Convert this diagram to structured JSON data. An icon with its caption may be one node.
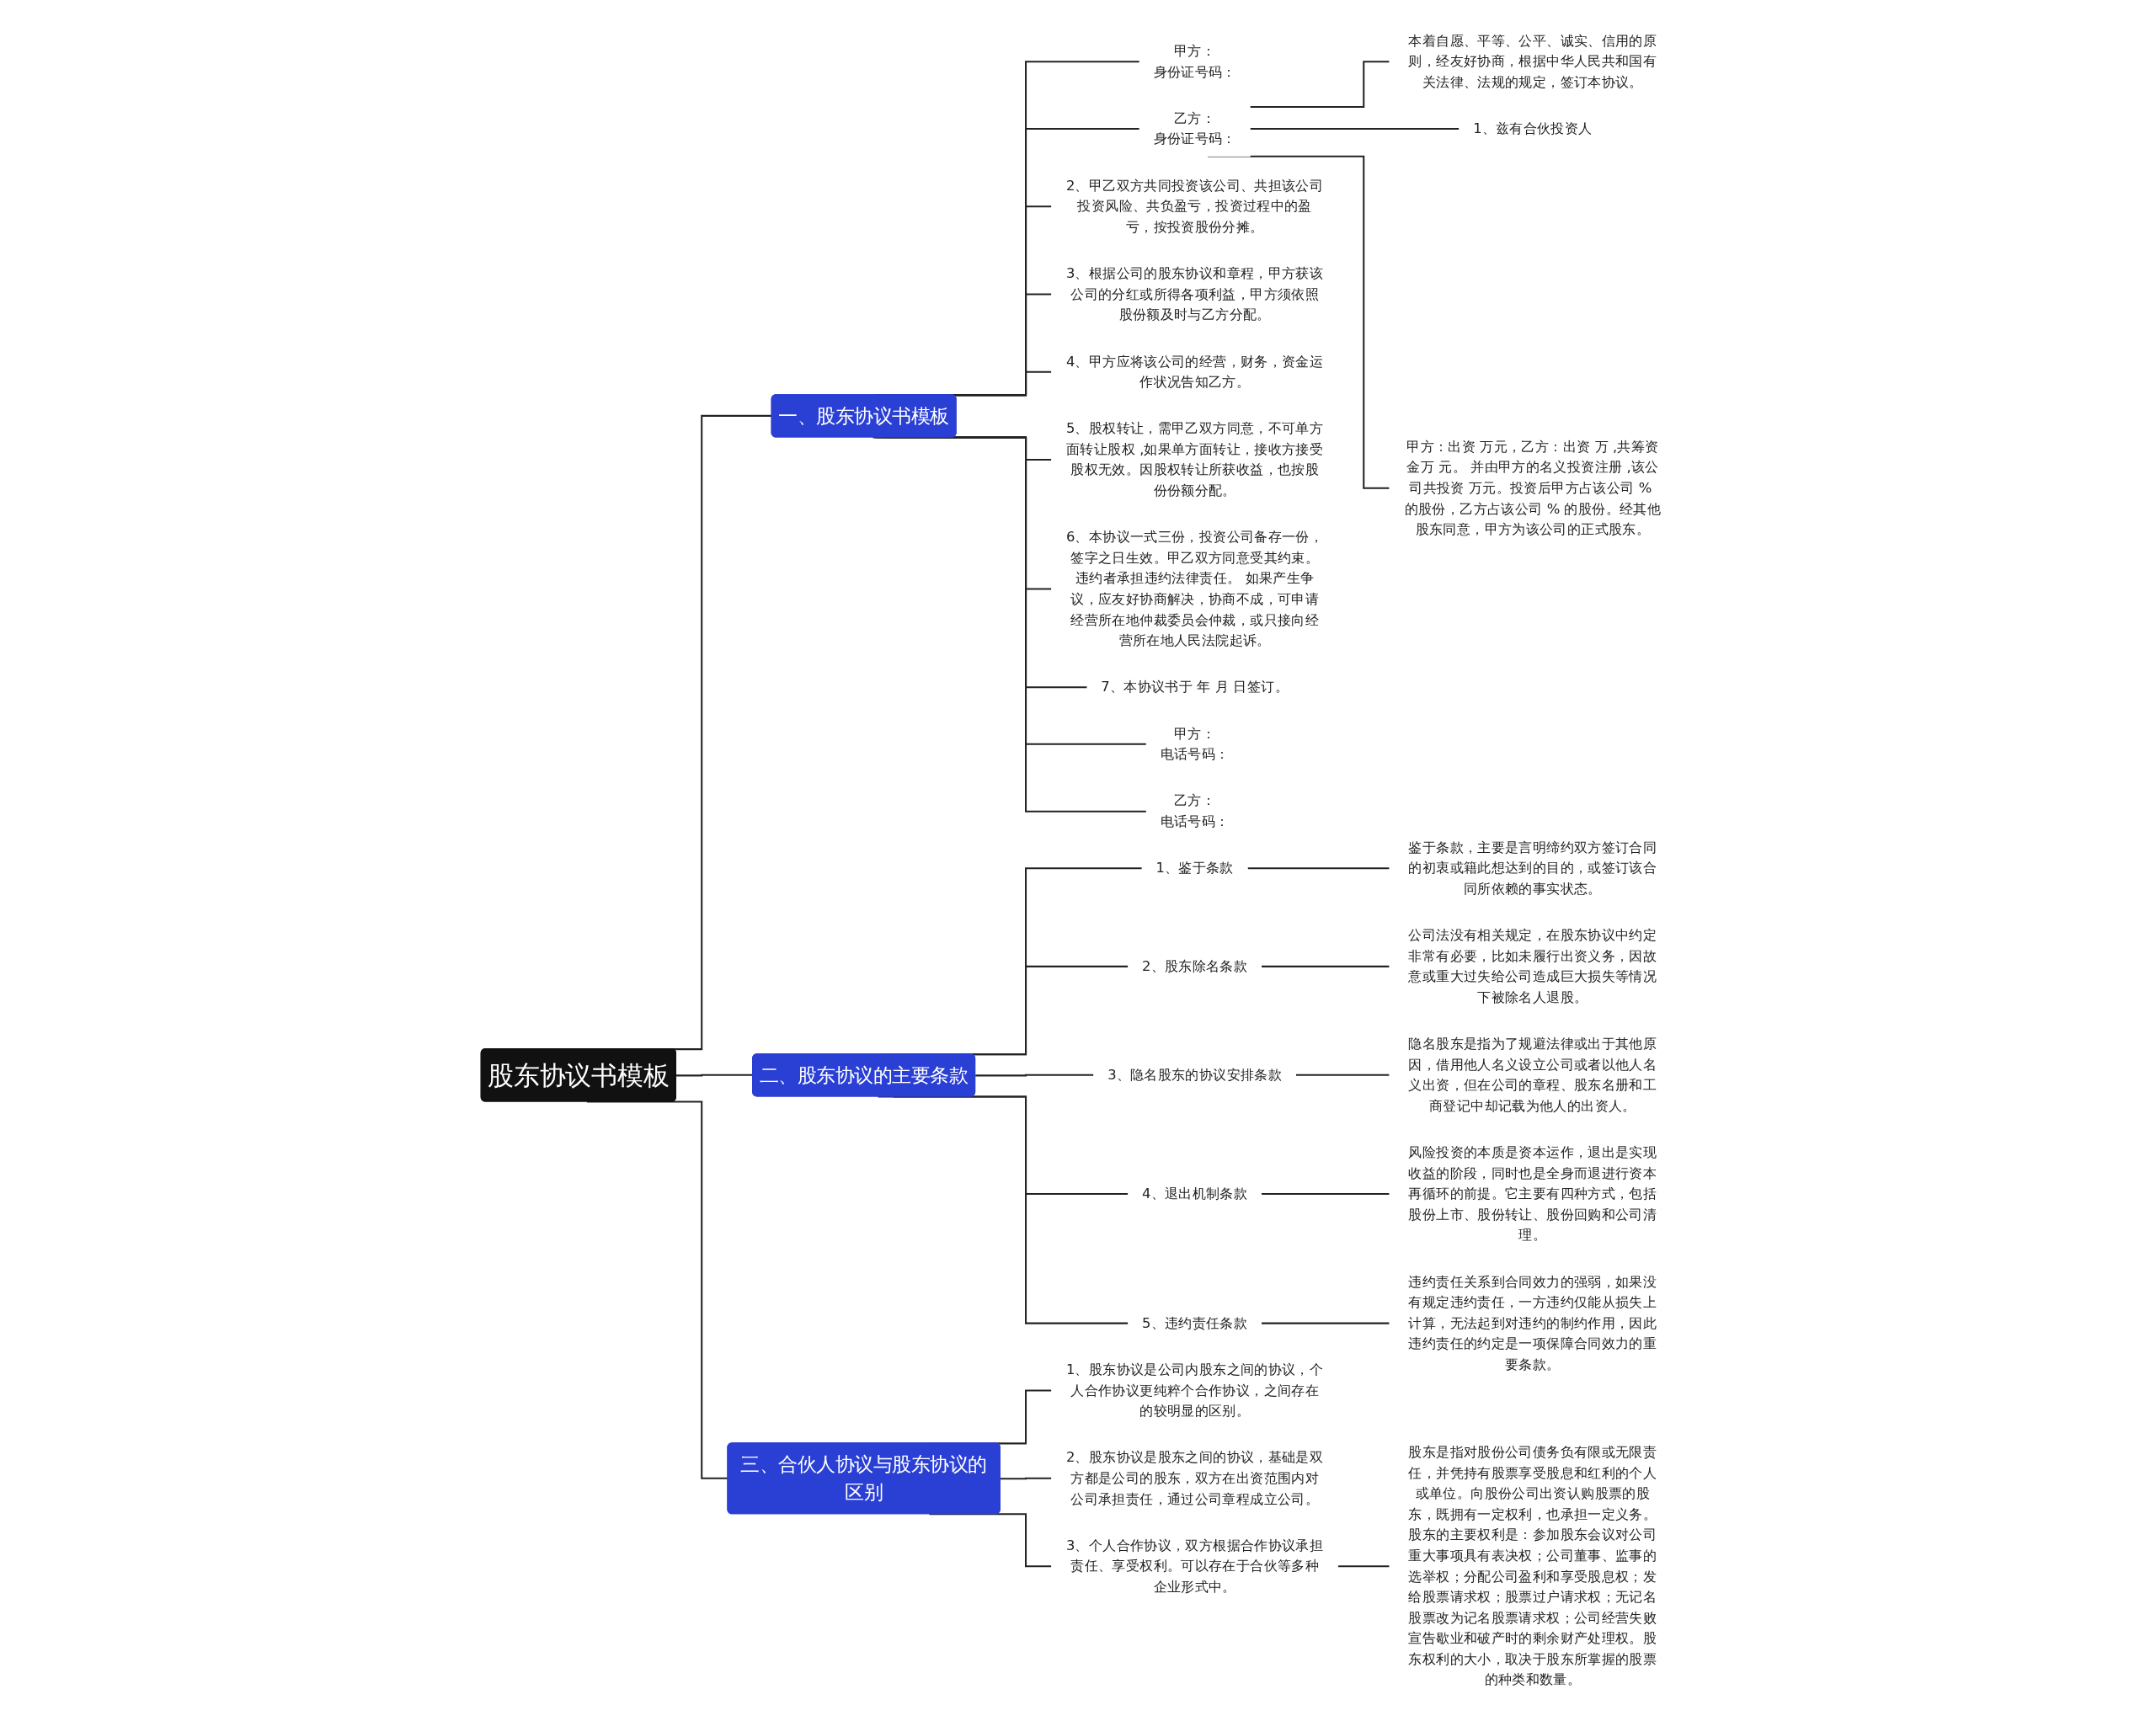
{
  "diagram": {
    "nodes": [
      {
        "text": [
          "股东协议书模板"
        ]
      },
      {
        "text": [
          "一、股东协议书模板"
        ]
      },
      {
        "text": [
          "甲方：",
          "身份证号码："
        ]
      },
      {
        "text": [
          "乙方：",
          "身份证号码："
        ]
      },
      {
        "text": [
          "本着自愿、平等、公平、诚实、信用的原则，经友好协商，根据中华人民共和国有关法律、法规的规定，签订本协议。"
        ]
      },
      {
        "text": [
          "1、兹有合伙投资人"
        ]
      },
      {
        "text": [
          "甲方：出资 万元，乙方：出资 万 ,共筹资金万 元。 并由甲方的名义投资注册 ,该公司共投资 万元。投资后甲方占该公司 % 的股份，乙方占该公司 % 的股份。经其他股东同意，甲方为该公司的正式股东。"
        ]
      },
      {
        "text": [
          "2、甲乙双方共同投资该公司、共担该公司投资风险、共负盈亏，投资过程中的盈亏，按投资股份分摊。"
        ]
      },
      {
        "text": [
          "3、根据公司的股东协议和章程，甲方获该公司的分红或所得各项利益，甲方须依照股份额及时与乙方分配。"
        ]
      },
      {
        "text": [
          "4、甲方应将该公司的经营，财务，资金运作状况告知乙方。"
        ]
      },
      {
        "text": [
          "5、股权转让，需甲乙双方同意，不可单方面转让股权 ,如果单方面转让，接收方接受股权无效。因股权转让所获收益，也按股份份额分配。"
        ]
      },
      {
        "text": [
          "6、本协议一式三份，投资公司备存一份，签字之日生效。甲乙双方同意受其约束。违约者承担违约法律责任。 如果产生争议，应友好协商解决，协商不成，可申请经营所在地仲裁委员会仲裁，或只接向经营所在地人民法院起诉。"
        ]
      },
      {
        "text": [
          "7、本协议书于 年 月 日签订。"
        ]
      },
      {
        "text": [
          "甲方：",
          "电话号码："
        ]
      },
      {
        "text": [
          "乙方：",
          "电话号码："
        ]
      },
      {
        "text": [
          "二、股东协议的主要条款"
        ]
      },
      {
        "text": [
          "1、鉴于条款"
        ]
      },
      {
        "text": [
          "鉴于条款，主要是言明缔约双方签订合同的初衷或籍此想达到的目的，或签订该合同所依赖的事实状态。"
        ]
      },
      {
        "text": [
          "2、股东除名条款"
        ]
      },
      {
        "text": [
          "公司法没有相关规定，在股东协议中约定非常有必要，比如未履行出资义务，因故意或重大过失给公司造成巨大损失等情况下被除名人退股。"
        ]
      },
      {
        "text": [
          "3、隐名股东的协议安排条款"
        ]
      },
      {
        "text": [
          "隐名股东是指为了规避法律或出于其他原因，借用他人名义设立公司或者以他人名义出资，但在公司的章程、股东名册和工商登记中却记载为他人的出资人。"
        ]
      },
      {
        "text": [
          "4、退出机制条款"
        ]
      },
      {
        "text": [
          "风险投资的本质是资本运作，退出是实现收益的阶段，同时也是全身而退进行资本再循环的前提。它主要有四种方式，包括股份上市、股份转让、股份回购和公司清理。"
        ]
      },
      {
        "text": [
          "5、违约责任条款"
        ]
      },
      {
        "text": [
          "违约责任关系到合同效力的强弱，如果没有规定违约责任，一方违约仅能从损失上计算，无法起到对违约的制约作用，因此违约责任的约定是一项保障合同效力的重要条款。"
        ]
      },
      {
        "text": [
          "三、合伙人协议与股东协议的区别"
        ]
      },
      {
        "text": [
          "1、股东协议是公司内股东之间的协议，个人合作协议更纯粹个合作协议，之间存在的较明显的区别。"
        ]
      },
      {
        "text": [
          "2、股东协议是股东之间的协议，基础是双方都是公司的股东，双方在出资范围内对公司承担责任，通过公司章程成立公司。"
        ]
      },
      {
        "text": [
          "3、个人合作协议，双方根据合作协议承担责任、享受权利。可以存在于合伙等多种企业形式中。"
        ]
      },
      {
        "text": [
          "股东是指对股份公司债务负有限或无限责任，并凭持有股票享受股息和红利的个人或单位。向股份公司出资认购股票的股东，既拥有一定权利，也承担一定义务。股东的主要权利是：参加股东会议对公司重大事项具有表决权；公司董事、监事的选举权；分配公司盈利和享受股息权；发给股票请求权；股票过户请求权；无记名股票改为记名股票请求权；公司经营失败宣告歇业和破产时的剩余财产处理权。股东权利的大小，取决于股东所掌握的股票的种类和数量。"
        ]
      }
    ],
    "edges": [
      {
        "from": 0,
        "to": 1,
        "arrow": "none"
      },
      {
        "from": 1,
        "to": 2,
        "arrow": "none"
      },
      {
        "from": 1,
        "to": 3,
        "arrow": "none"
      },
      {
        "from": 3,
        "to": 4,
        "arrow": "none"
      },
      {
        "from": 3,
        "to": 5,
        "arrow": "none"
      },
      {
        "from": 3,
        "to": 6,
        "arrow": "none"
      },
      {
        "from": 1,
        "to": 7,
        "arrow": "none"
      },
      {
        "from": 1,
        "to": 8,
        "arrow": "none"
      },
      {
        "from": 1,
        "to": 9,
        "arrow": "none"
      },
      {
        "from": 1,
        "to": 10,
        "arrow": "none"
      },
      {
        "from": 1,
        "to": 11,
        "arrow": "none"
      },
      {
        "from": 1,
        "to": 12,
        "arrow": "none"
      },
      {
        "from": 1,
        "to": 13,
        "arrow": "none"
      },
      {
        "from": 1,
        "to": 14,
        "arrow": "none"
      },
      {
        "from": 0,
        "to": 15,
        "arrow": "none"
      },
      {
        "from": 15,
        "to": 16,
        "arrow": "none"
      },
      {
        "from": 16,
        "to": 17,
        "arrow": "none"
      },
      {
        "from": 15,
        "to": 18,
        "arrow": "none"
      },
      {
        "from": 18,
        "to": 19,
        "arrow": "none"
      },
      {
        "from": 15,
        "to": 20,
        "arrow": "none"
      },
      {
        "from": 20,
        "to": 21,
        "arrow": "none"
      },
      {
        "from": 15,
        "to": 22,
        "arrow": "none"
      },
      {
        "from": 22,
        "to": 23,
        "arrow": "none"
      },
      {
        "from": 15,
        "to": 24,
        "arrow": "none"
      },
      {
        "from": 24,
        "to": 25,
        "arrow": "none"
      },
      {
        "from": 0,
        "to": 26,
        "arrow": "none"
      },
      {
        "from": 26,
        "to": 27,
        "arrow": "none"
      },
      {
        "from": 26,
        "to": 28,
        "arrow": "none"
      },
      {
        "from": 26,
        "to": 29,
        "arrow": "none"
      },
      {
        "from": 29,
        "to": 30,
        "arrow": "none"
      }
    ]
  }
}
